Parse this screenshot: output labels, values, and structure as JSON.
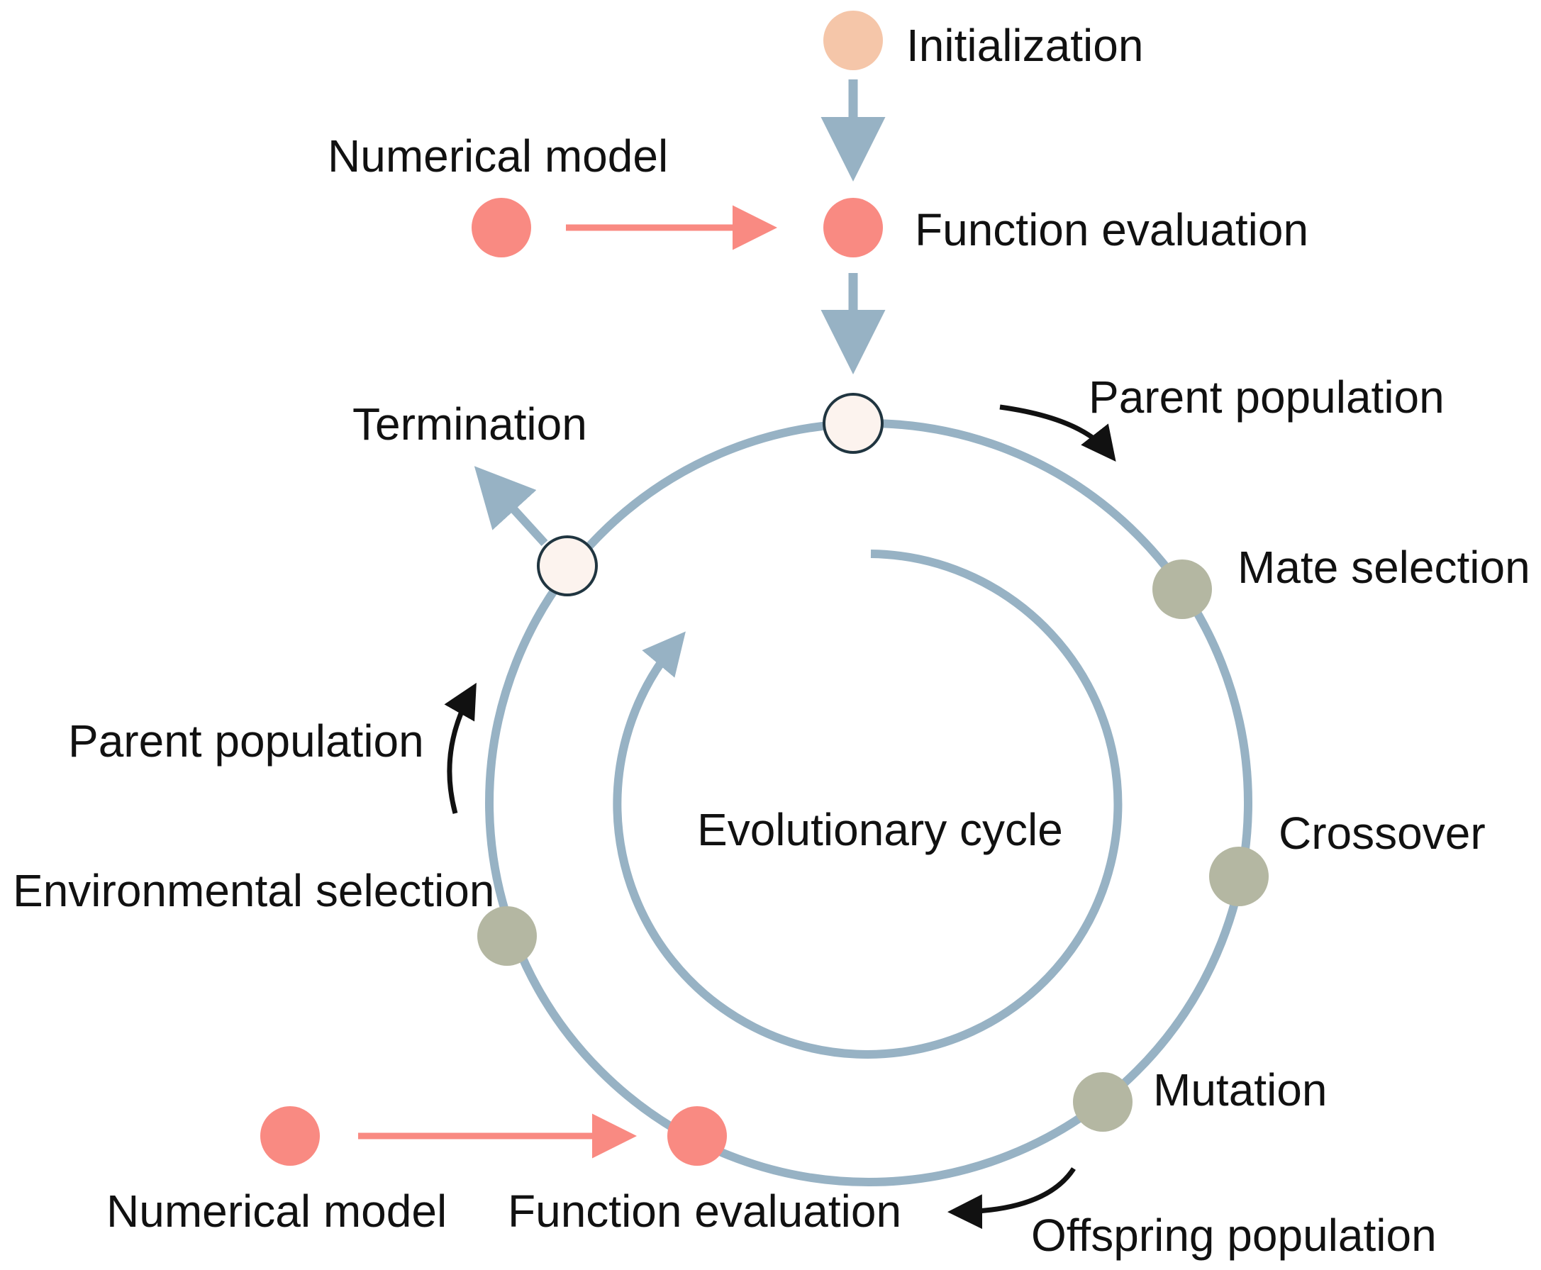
{
  "colors": {
    "cycle": "#97b2c4",
    "model_node": "#f98a82",
    "model_arrow": "#f98a82",
    "init_node": "#f5c6a9",
    "operator_node": "#b4b7a2",
    "hollow_node_fill": "#fcf3ee",
    "hollow_node_stroke": "#203540",
    "direction_arrow": "#111111"
  },
  "labels": {
    "initialization": "Initialization",
    "numerical_model_top": "Numerical model",
    "function_evaluation_top": "Function evaluation",
    "parent_population_right": "Parent population",
    "termination": "Termination",
    "mate_selection": "Mate selection",
    "parent_population_left": "Parent population",
    "evolutionary_cycle": "Evolutionary cycle",
    "crossover": "Crossover",
    "environmental_selection": "Environmental selection",
    "mutation": "Mutation",
    "numerical_model_bottom": "Numerical model",
    "function_evaluation_bottom": "Function evaluation",
    "offspring_population": "Offspring population"
  }
}
